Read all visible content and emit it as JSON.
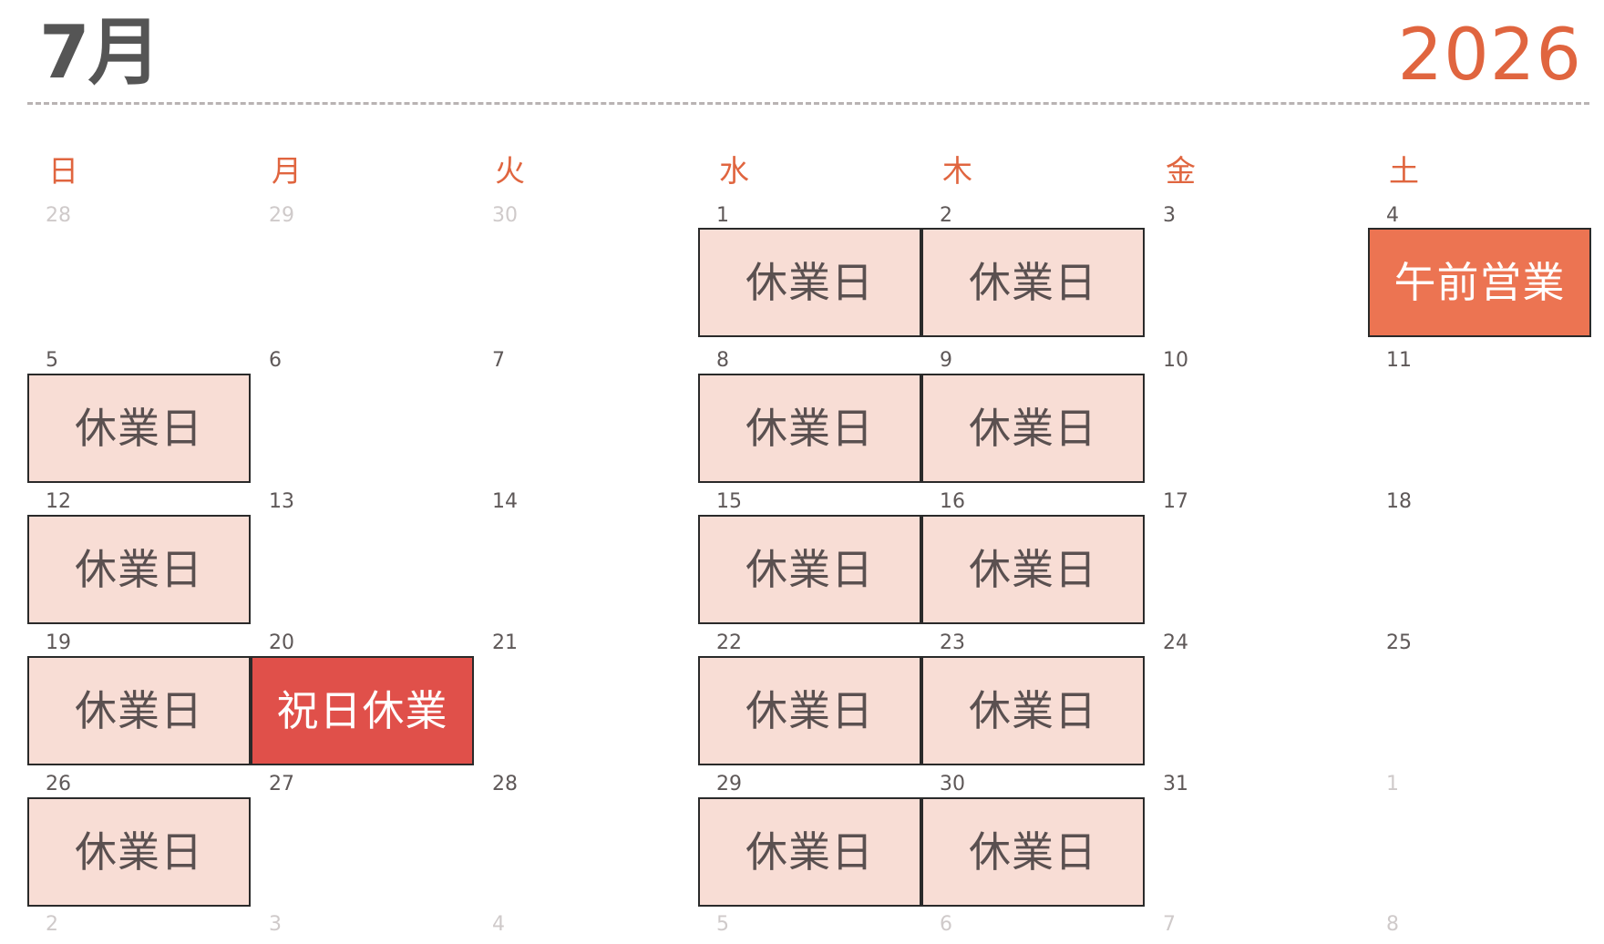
{
  "header": {
    "month": "7月",
    "year": "2026"
  },
  "weekdays": [
    "日",
    "月",
    "火",
    "水",
    "木",
    "金",
    "土"
  ],
  "weeks": [
    [
      {
        "day": "28",
        "other_month": true
      },
      {
        "day": "29",
        "other_month": true
      },
      {
        "day": "30",
        "other_month": true
      },
      {
        "day": "1",
        "event": "休業日",
        "event_type": "closed"
      },
      {
        "day": "2",
        "event": "休業日",
        "event_type": "closed"
      },
      {
        "day": "3"
      },
      {
        "day": "4",
        "event": "午前営業",
        "event_type": "morning"
      }
    ],
    [
      {
        "day": "5",
        "event": "休業日",
        "event_type": "closed"
      },
      {
        "day": "6"
      },
      {
        "day": "7"
      },
      {
        "day": "8",
        "event": "休業日",
        "event_type": "closed"
      },
      {
        "day": "9",
        "event": "休業日",
        "event_type": "closed"
      },
      {
        "day": "10"
      },
      {
        "day": "11"
      }
    ],
    [
      {
        "day": "12",
        "event": "休業日",
        "event_type": "closed"
      },
      {
        "day": "13"
      },
      {
        "day": "14"
      },
      {
        "day": "15",
        "event": "休業日",
        "event_type": "closed"
      },
      {
        "day": "16",
        "event": "休業日",
        "event_type": "closed"
      },
      {
        "day": "17"
      },
      {
        "day": "18"
      }
    ],
    [
      {
        "day": "19",
        "event": "休業日",
        "event_type": "closed"
      },
      {
        "day": "20",
        "event": "祝日休業",
        "event_type": "holiday"
      },
      {
        "day": "21"
      },
      {
        "day": "22",
        "event": "休業日",
        "event_type": "closed"
      },
      {
        "day": "23",
        "event": "休業日",
        "event_type": "closed"
      },
      {
        "day": "24"
      },
      {
        "day": "25"
      }
    ],
    [
      {
        "day": "26",
        "event": "休業日",
        "event_type": "closed"
      },
      {
        "day": "27"
      },
      {
        "day": "28"
      },
      {
        "day": "29",
        "event": "休業日",
        "event_type": "closed"
      },
      {
        "day": "30",
        "event": "休業日",
        "event_type": "closed"
      },
      {
        "day": "31"
      },
      {
        "day": "1",
        "other_month": true
      }
    ],
    [
      {
        "day": "2",
        "other_month": true
      },
      {
        "day": "3",
        "other_month": true
      },
      {
        "day": "4",
        "other_month": true
      },
      {
        "day": "5",
        "other_month": true
      },
      {
        "day": "6",
        "other_month": true
      },
      {
        "day": "7",
        "other_month": true
      },
      {
        "day": "8",
        "other_month": true
      }
    ]
  ],
  "colors": {
    "accent": "#e0653f",
    "closed_bg": "#f8ddd5",
    "holiday_bg": "#e0504a",
    "morning_bg": "#ec7452"
  }
}
